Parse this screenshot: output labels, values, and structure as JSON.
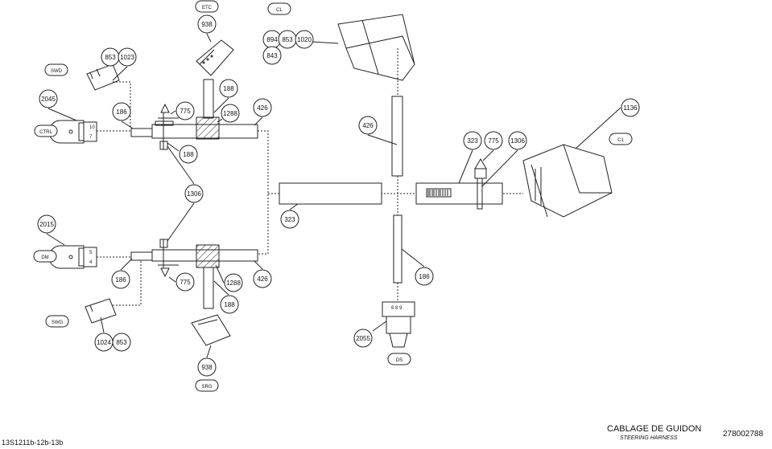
{
  "diagram": {
    "callouts": [
      "ETC",
      "938",
      "CL",
      "894",
      "853",
      "1020",
      "843",
      "853",
      "1023",
      "SWD",
      "188",
      "2045",
      "775",
      "1288",
      "426",
      "186",
      "CTRL",
      "188",
      "426",
      "1136",
      "323",
      "775",
      "1306",
      "C1",
      "1306",
      "323",
      "2015",
      "DM",
      "186",
      "775",
      "1288",
      "426",
      "186",
      "188",
      "SWG",
      "1024",
      "853",
      "2055",
      "938",
      "DS",
      "SRG"
    ],
    "connector_pin_labels": {
      "ctrl": [
        "10",
        "7"
      ],
      "dm": [
        "5",
        "4"
      ],
      "ds": "6 8 9"
    }
  },
  "footer": {
    "drawing_ref": "13S1211b-12b-13b",
    "title": "CABLAGE DE GUIDON",
    "subtitle": "STEERING HARNESS",
    "part_number": "278002788"
  }
}
